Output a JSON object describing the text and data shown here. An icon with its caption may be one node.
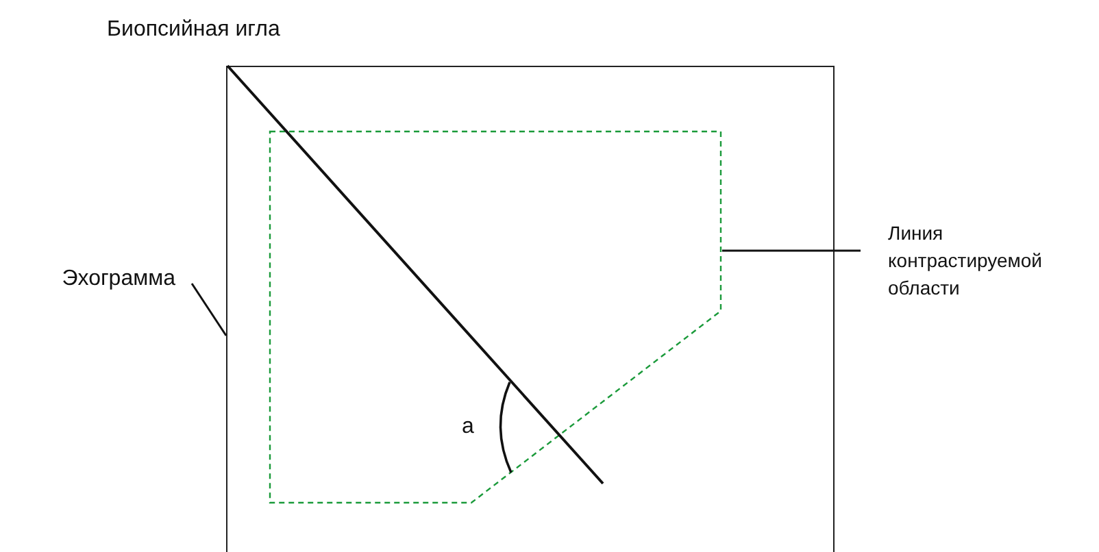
{
  "diagram": {
    "nodes": [
      {
        "text": [
          "Эхограмма"
        ]
      },
      {
        "text": [],
        "shape": "box"
      },
      {
        "text": [
          "Линия контрастируемой области"
        ]
      },
      {
        "text": [],
        "shape": "polygon",
        "in": 1
      },
      {
        "text": [
          "Биопсийная игла"
        ]
      }
    ],
    "edges": [
      {
        "from": 0,
        "to": 1,
        "arrow": "none"
      },
      {
        "from": 2,
        "to": 3,
        "arrow": "none"
      }
    ],
    "labels": [
      "a"
    ]
  }
}
